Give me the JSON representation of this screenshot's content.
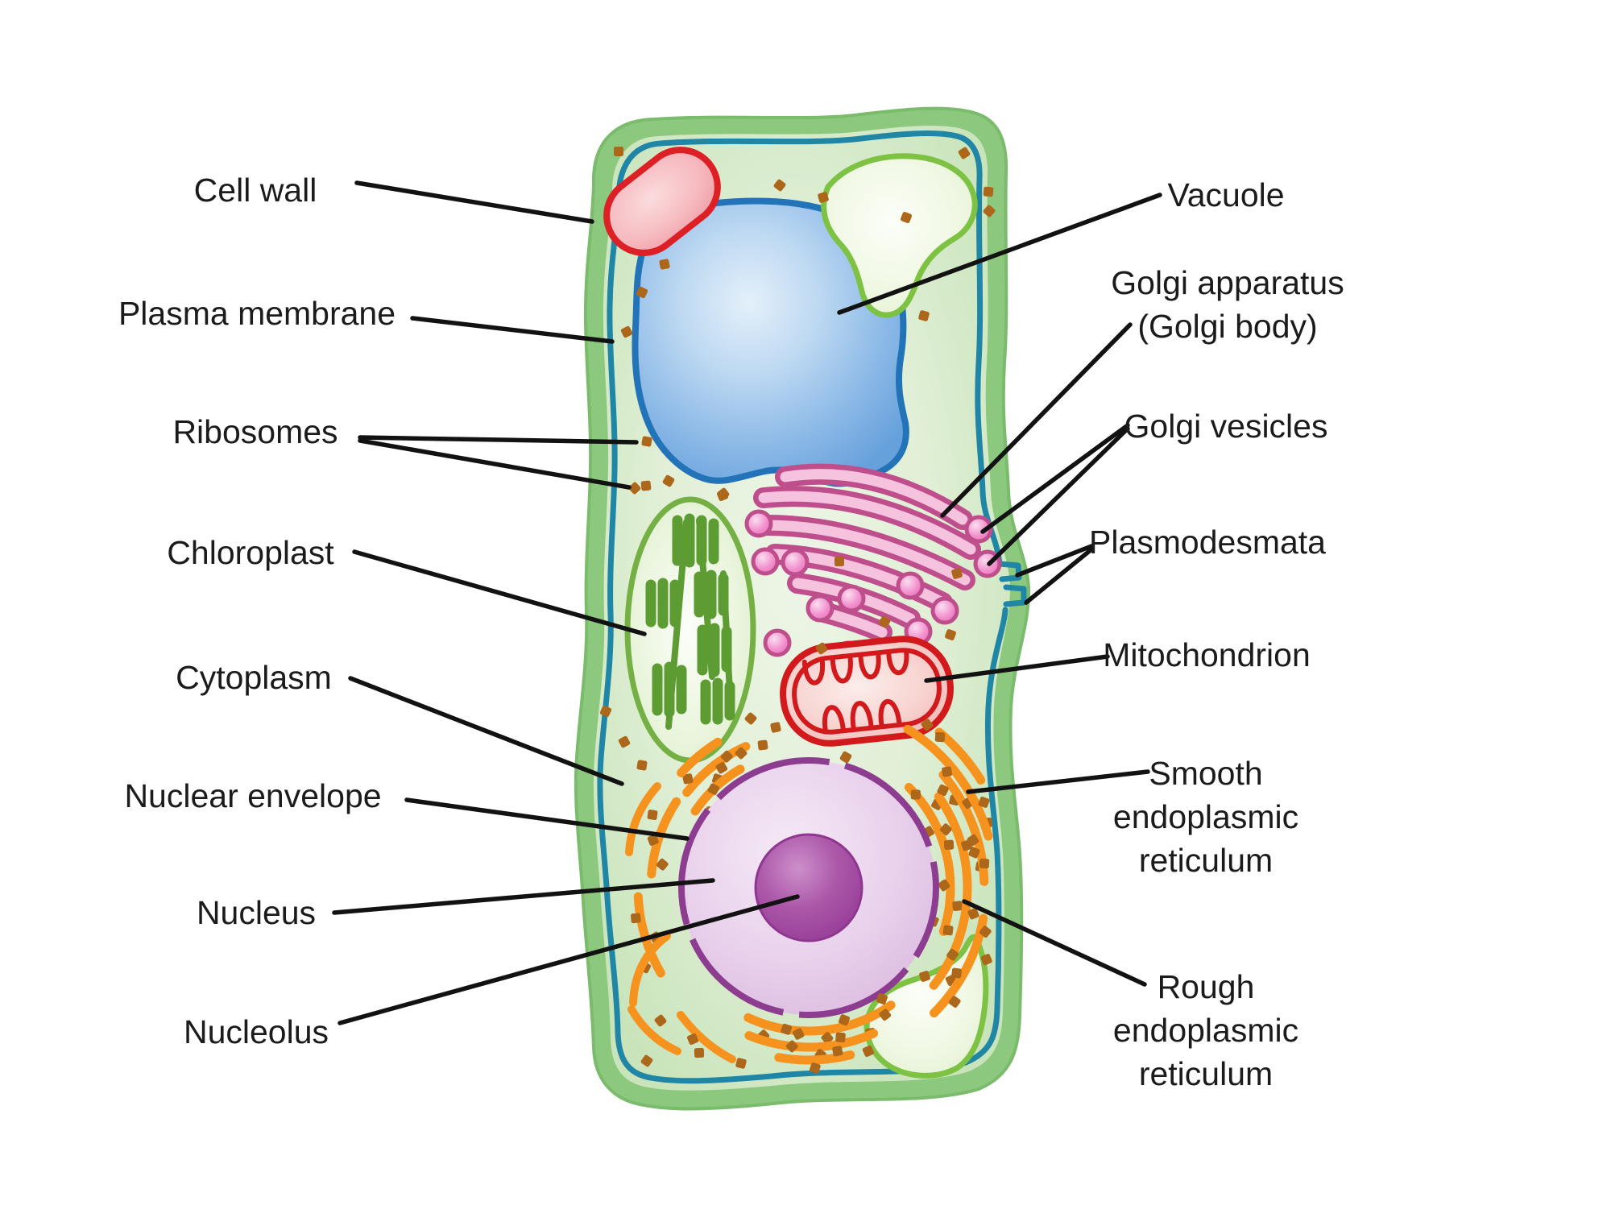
{
  "diagram": {
    "subject": "plant-cell",
    "labels": {
      "cell_wall": {
        "text": "Cell wall"
      },
      "plasma_membrane": {
        "text": "Plasma membrane"
      },
      "ribosomes": {
        "text": "Ribosomes"
      },
      "chloroplast": {
        "text": "Chloroplast"
      },
      "cytoplasm": {
        "text": "Cytoplasm"
      },
      "nuclear_envelope": {
        "text": "Nuclear envelope"
      },
      "nucleus": {
        "text": "Nucleus"
      },
      "nucleolus": {
        "text": "Nucleolus"
      },
      "vacuole": {
        "text": "Vacuole"
      },
      "golgi": {
        "lines": [
          "Golgi apparatus",
          "(Golgi body)"
        ]
      },
      "golgi_vesicles": {
        "text": "Golgi vesicles"
      },
      "plasmodesmata": {
        "text": "Plasmodesmata"
      },
      "mitochondrion": {
        "text": "Mitochondrion"
      },
      "smooth_er": {
        "lines": [
          "Smooth",
          "endoplasmic",
          "reticulum"
        ]
      },
      "rough_er": {
        "lines": [
          "Rough",
          "endoplasmic",
          "reticulum"
        ]
      }
    },
    "colors": {
      "background": "#ffffff",
      "label_text": "#1b1b1b",
      "leader_line": "#121212",
      "cell_wall": "#8cc87e",
      "cytoplasm": "#dfeed4",
      "plasma_membrane": "#1f86a5",
      "vacuole_border": "#2273b8",
      "vacuole_fill": "#9cc3ea",
      "red_organelle_border": "#dc2026",
      "green_organelle_border": "#7dc242",
      "chloroplast_border": "#74b043",
      "thylakoid": "#5d9c33",
      "golgi_border": "#be4e8c",
      "golgi_fill": "#f6c3df",
      "vesicle_fill": "#f08fcb",
      "mitochondrion_border": "#d21a1c",
      "mitochondrion_fill": "#f6c9c6",
      "nucleus_border": "#8c3d90",
      "nucleus_fill": "#ead2ec",
      "nucleolus": "#a14ba0",
      "endoplasmic_reticulum": "#f6921e",
      "ribosome_dot": "#ad671b"
    }
  }
}
